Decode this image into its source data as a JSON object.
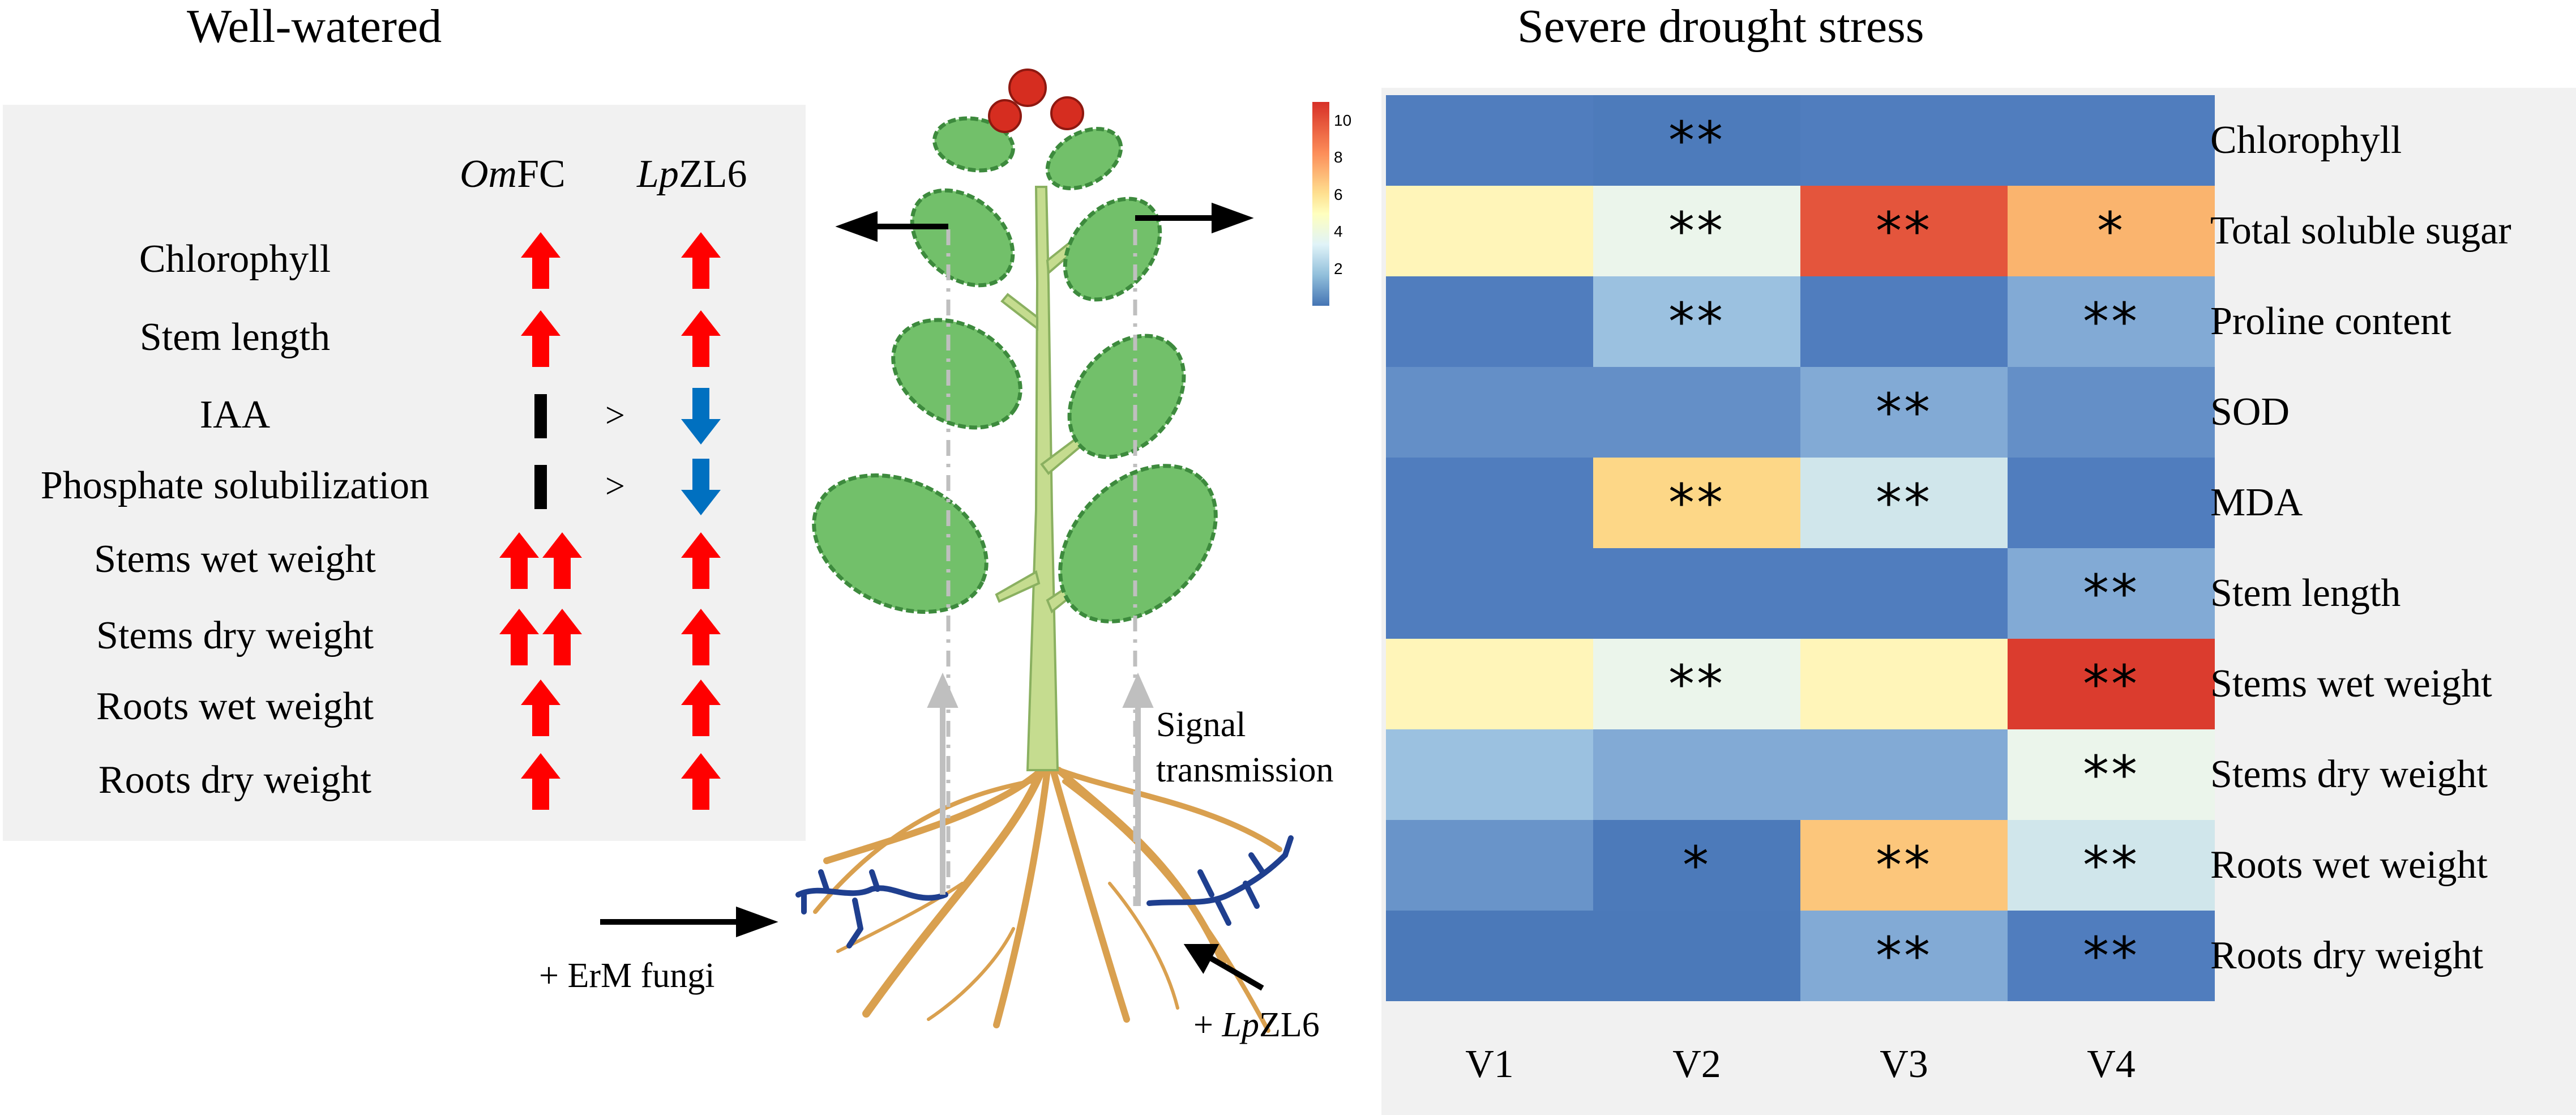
{
  "titles": {
    "left": "Well-watered",
    "right": "Severe drought stress"
  },
  "left_table": {
    "col_heads": [
      {
        "italic": "Om",
        "rest": "FC"
      },
      {
        "italic": "Lp",
        "rest": "ZL6"
      }
    ],
    "rows": [
      {
        "label": "Chlorophyll",
        "omfc": "up",
        "lpzl6": "up"
      },
      {
        "label": "Stem length",
        "omfc": "up",
        "lpzl6": "up"
      },
      {
        "label": "IAA",
        "omfc": "none",
        "compare": ">",
        "lpzl6": "down"
      },
      {
        "label": "Phosphate solubilization",
        "omfc": "none",
        "compare": ">",
        "lpzl6": "down"
      },
      {
        "label": "Stems wet weight",
        "omfc": "up2",
        "lpzl6": "up"
      },
      {
        "label": "Stems dry weight",
        "omfc": "up2",
        "lpzl6": "up"
      },
      {
        "label": "Roots wet weight",
        "omfc": "up",
        "lpzl6": "up"
      },
      {
        "label": "Roots dry weight",
        "omfc": "up",
        "lpzl6": "up"
      }
    ],
    "colors": {
      "up": "#ff0000",
      "down": "#0070c0",
      "none": "#000000"
    }
  },
  "plant": {
    "signal_label_1": "Signal",
    "signal_label_2": "transmission",
    "erm_label": "+ ErM fungi",
    "lpzl6_italic": "Lp",
    "lpzl6_rest": "ZL6",
    "lpzl6_prefix": "+ "
  },
  "chart_data": {
    "type": "heatmap",
    "columns": [
      "V1",
      "V2",
      "V3",
      "V4"
    ],
    "rows": [
      "Chlorophyll",
      "Total soluble sugar",
      "Proline content",
      "SOD",
      "MDA",
      "Stem length",
      "Stems wet weight",
      "Stems dry weight",
      "Roots wet weight",
      "Roots dry weight"
    ],
    "values": [
      [
        2.0,
        1.4,
        2.0,
        2.0
      ],
      [
        6.0,
        5.0,
        9.5,
        8.0
      ],
      [
        2.0,
        3.5,
        2.0,
        3.0
      ],
      [
        2.4,
        2.4,
        3.0,
        2.4
      ],
      [
        2.0,
        7.0,
        4.5,
        2.0
      ],
      [
        2.0,
        2.0,
        2.0,
        3.0
      ],
      [
        6.0,
        5.0,
        6.0,
        10.5
      ],
      [
        3.5,
        3.0,
        3.0,
        5.0
      ],
      [
        2.5,
        1.2,
        7.5,
        4.5
      ],
      [
        1.0,
        1.0,
        3.0,
        2.0
      ]
    ],
    "significance": [
      [
        "",
        "**",
        "",
        ""
      ],
      [
        "",
        "**",
        "**",
        "*"
      ],
      [
        "",
        "**",
        "",
        "**"
      ],
      [
        "",
        "",
        "**",
        ""
      ],
      [
        "",
        "**",
        "**",
        ""
      ],
      [
        "",
        "",
        "",
        "**"
      ],
      [
        "",
        "**",
        "",
        "**"
      ],
      [
        "",
        "",
        "",
        "**"
      ],
      [
        "",
        "*",
        "**",
        "**"
      ],
      [
        "",
        "",
        "**",
        "**"
      ]
    ],
    "color_scale": {
      "min": 0,
      "max": 11,
      "ticks": [
        "10",
        "8",
        "6",
        "4",
        "2"
      ]
    }
  }
}
